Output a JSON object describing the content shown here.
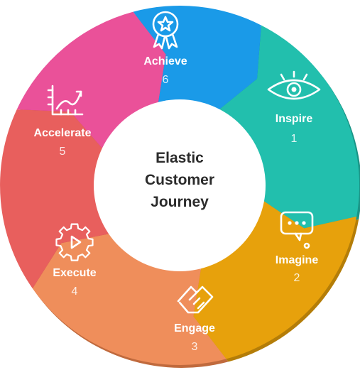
{
  "center": {
    "lines": [
      "Elastic",
      "Customer",
      "Journey"
    ]
  },
  "stages": [
    {
      "label": "Inspire",
      "number": "1",
      "color": "#22bfad",
      "shadow": "#1a9486",
      "icon": "eye-icon"
    },
    {
      "label": "Imagine",
      "number": "2",
      "color": "#e7a10c",
      "shadow": "#b47d08",
      "icon": "chat-bubble-icon"
    },
    {
      "label": "Engage",
      "number": "3",
      "color": "#ef8e5b",
      "shadow": "#c06a3d",
      "icon": "handshake-icon"
    },
    {
      "label": "Execute",
      "number": "4",
      "color": "#e85f5d",
      "shadow": "#b8403f",
      "icon": "gear-play-icon"
    },
    {
      "label": "Accelerate",
      "number": "5",
      "color": "#ea5199",
      "shadow": "#b53673",
      "icon": "growth-chart-icon"
    },
    {
      "label": "Achieve",
      "number": "6",
      "color": "#1a9ae8",
      "shadow": "#1270ad",
      "icon": "award-ribbon-icon"
    }
  ]
}
